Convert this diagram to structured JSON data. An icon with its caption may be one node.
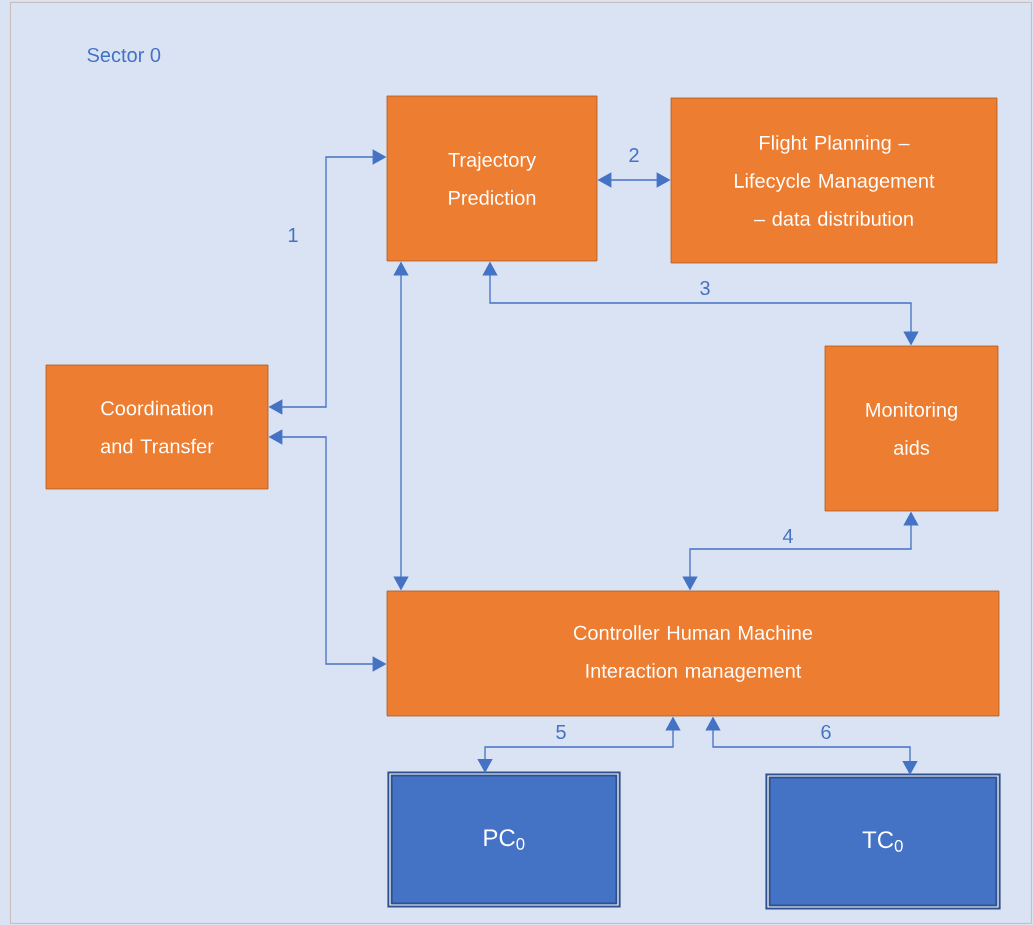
{
  "diagram": {
    "nodes": [
      {
        "text": [
          "Sector 0"
        ]
      },
      {
        "text": [
          "Trajectory Prediction"
        ],
        "in": 0
      },
      {
        "text": [
          "Flight Planning – Lifecycle Management – data distribution"
        ],
        "in": 0
      },
      {
        "text": [
          "Coordination and Transfer"
        ],
        "in": 0
      },
      {
        "text": [
          "Monitoring aids"
        ],
        "in": 0
      },
      {
        "text": [
          "Controller Human Machine Interaction management"
        ],
        "in": 0
      },
      {
        "text": [
          "PC$_{0}$"
        ],
        "in": 0
      },
      {
        "text": [
          "TC$_{0}$"
        ],
        "in": 0
      }
    ],
    "edges": [
      {
        "from": 3,
        "to": 1,
        "arrow": "both",
        "label": "1"
      },
      {
        "from": 3,
        "to": 5,
        "arrow": "both"
      },
      {
        "from": 1,
        "to": 5,
        "arrow": "both"
      },
      {
        "from": 1,
        "to": 2,
        "arrow": "both",
        "label": "2"
      },
      {
        "from": 1,
        "to": 4,
        "arrow": "both",
        "label": "3"
      },
      {
        "from": 4,
        "to": 5,
        "arrow": "both",
        "label": "4"
      },
      {
        "from": 5,
        "to": 6,
        "arrow": "both",
        "label": "5"
      },
      {
        "from": 5,
        "to": 7,
        "arrow": "both",
        "label": "6"
      }
    ]
  }
}
